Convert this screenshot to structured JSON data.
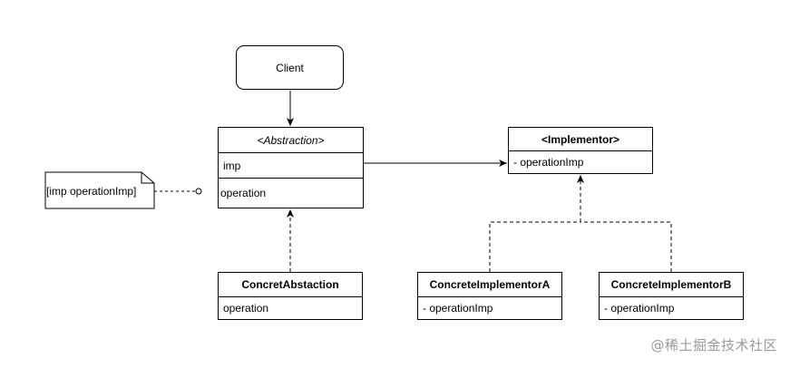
{
  "client": {
    "label": "Client"
  },
  "abstraction": {
    "title": "<Abstraction>",
    "field": "imp",
    "method": "operation"
  },
  "implementor": {
    "title": "<Implementor>",
    "method": "- operationImp"
  },
  "concret_abstraction": {
    "title": "ConcretAbstaction",
    "method": "operation"
  },
  "implementor_a": {
    "title": "ConcreteImplementorA",
    "method": "- operationImp"
  },
  "implementor_b": {
    "title": "ConcreteImplementorB",
    "method": "- operationImp"
  },
  "note": {
    "text": "[imp operationImp]"
  },
  "watermark": {
    "text": "@稀土掘金技术社区"
  }
}
